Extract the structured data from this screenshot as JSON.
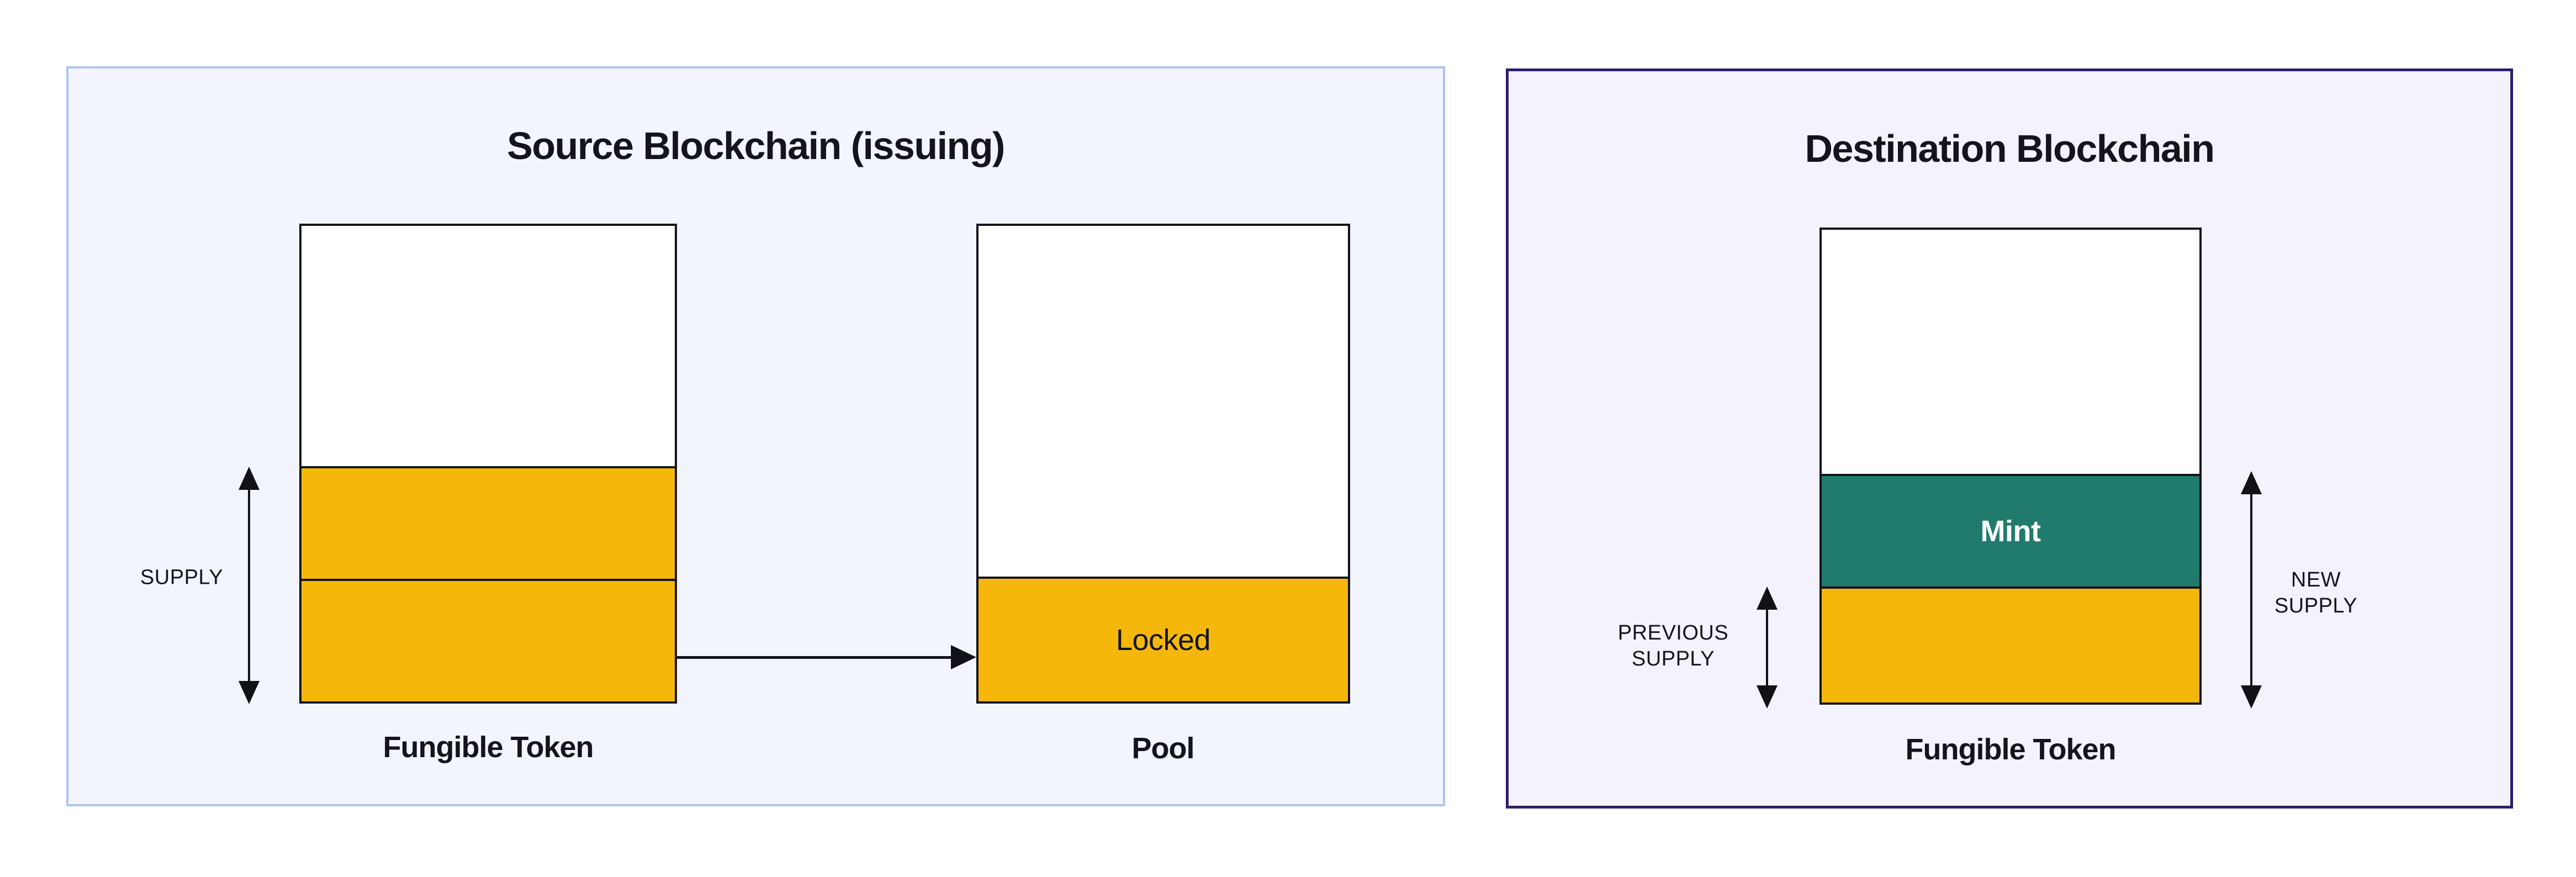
{
  "colors": {
    "page_bg": "#FFFFFF",
    "ink": "#14141E",
    "arrow": "#111118",
    "orange": "#F6B70B",
    "teal": "#217B6D",
    "bar_border": "#14141E",
    "bar_fill": "#FFFFFF",
    "mint_text": "#FFFFFF",
    "source_bg": "#F2F5FD",
    "source_border": "#AEC4EF",
    "dest_bg": "#F4F2FC",
    "dest_border": "#2E1C70"
  },
  "source_panel": {
    "title": "Source Blockchain (issuing)",
    "supply_arrow_label": "SUPPLY",
    "fungible_bar": {
      "label": "Fungible Token"
    },
    "pool_bar": {
      "label": "Pool",
      "locked_segment_label": "Locked"
    }
  },
  "destination_panel": {
    "title": "Destination Blockchain",
    "bar": {
      "label": "Fungible Token",
      "mint_segment_label": "Mint"
    },
    "previous_supply_label_lines": [
      "PREVIOUS",
      "SUPPLY"
    ],
    "new_supply_label_lines": [
      "NEW",
      "SUPPLY"
    ]
  }
}
